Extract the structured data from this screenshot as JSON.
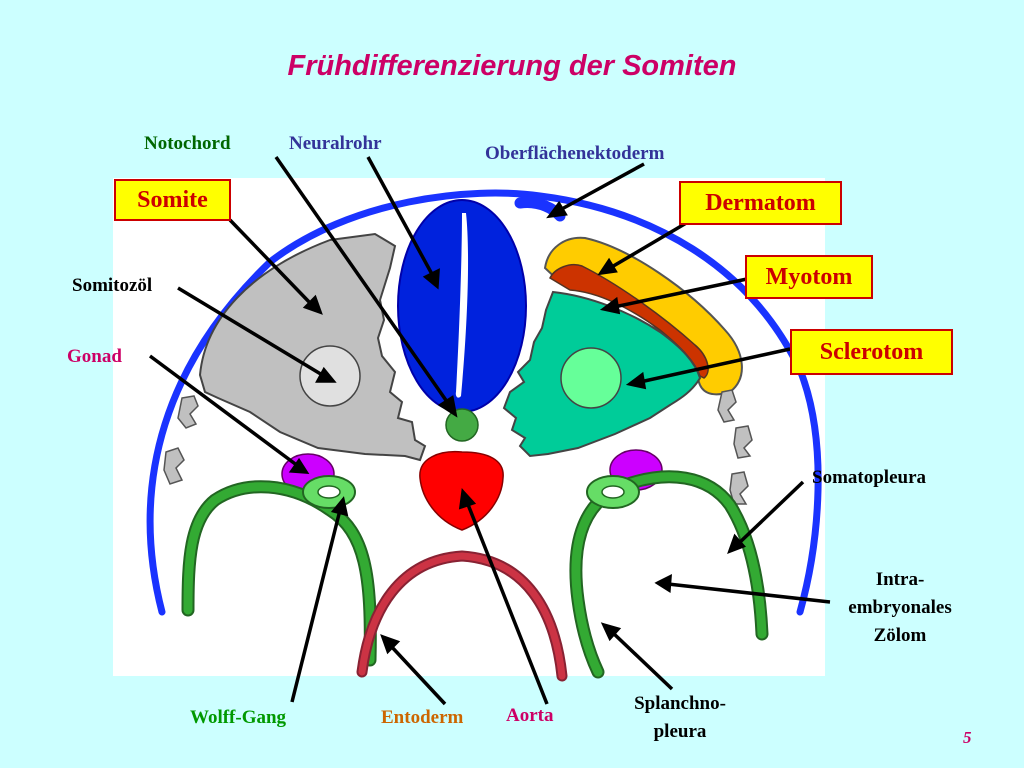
{
  "title": "Frühdifferenzierung der Somiten",
  "page_number": "5",
  "labels": {
    "notochord": "Notochord",
    "neuralrohr": "Neuralrohr",
    "oberflaechenektoderm": "Oberflächenektoderm",
    "somitozoel": "Somitozöl",
    "gonad": "Gonad",
    "somatopleura": "Somatopleura",
    "intra": "Intra-",
    "embryonales": "embryonales",
    "zoelom": "Zölom",
    "splanchno": "Splanchno-",
    "pleura": "pleura",
    "wolff": "Wolff-Gang",
    "entoderm": "Entoderm",
    "aorta": "Aorta"
  },
  "boxes": {
    "somite": "Somite",
    "dermatom": "Dermatom",
    "myotom": "Myotom",
    "sclerotom": "Sclerotom"
  },
  "colors": {
    "background": "#ccffff",
    "panel": "#ffffff",
    "ectoderm": "#1a33ff",
    "neural_tube": "#0022dd",
    "somite": "#c0c0c0",
    "sclerotome": "#00cc99",
    "dermatome": "#ffcc00",
    "myotome": "#cc3300",
    "notochord": "#44aa44",
    "aorta": "#ff0000",
    "gonad": "#cc00ff",
    "mesoderm_green": "#33aa33",
    "endoderm": "#cc3344",
    "title": "#cc0066",
    "box_fill": "#ffff00",
    "box_text": "#cc0000"
  }
}
